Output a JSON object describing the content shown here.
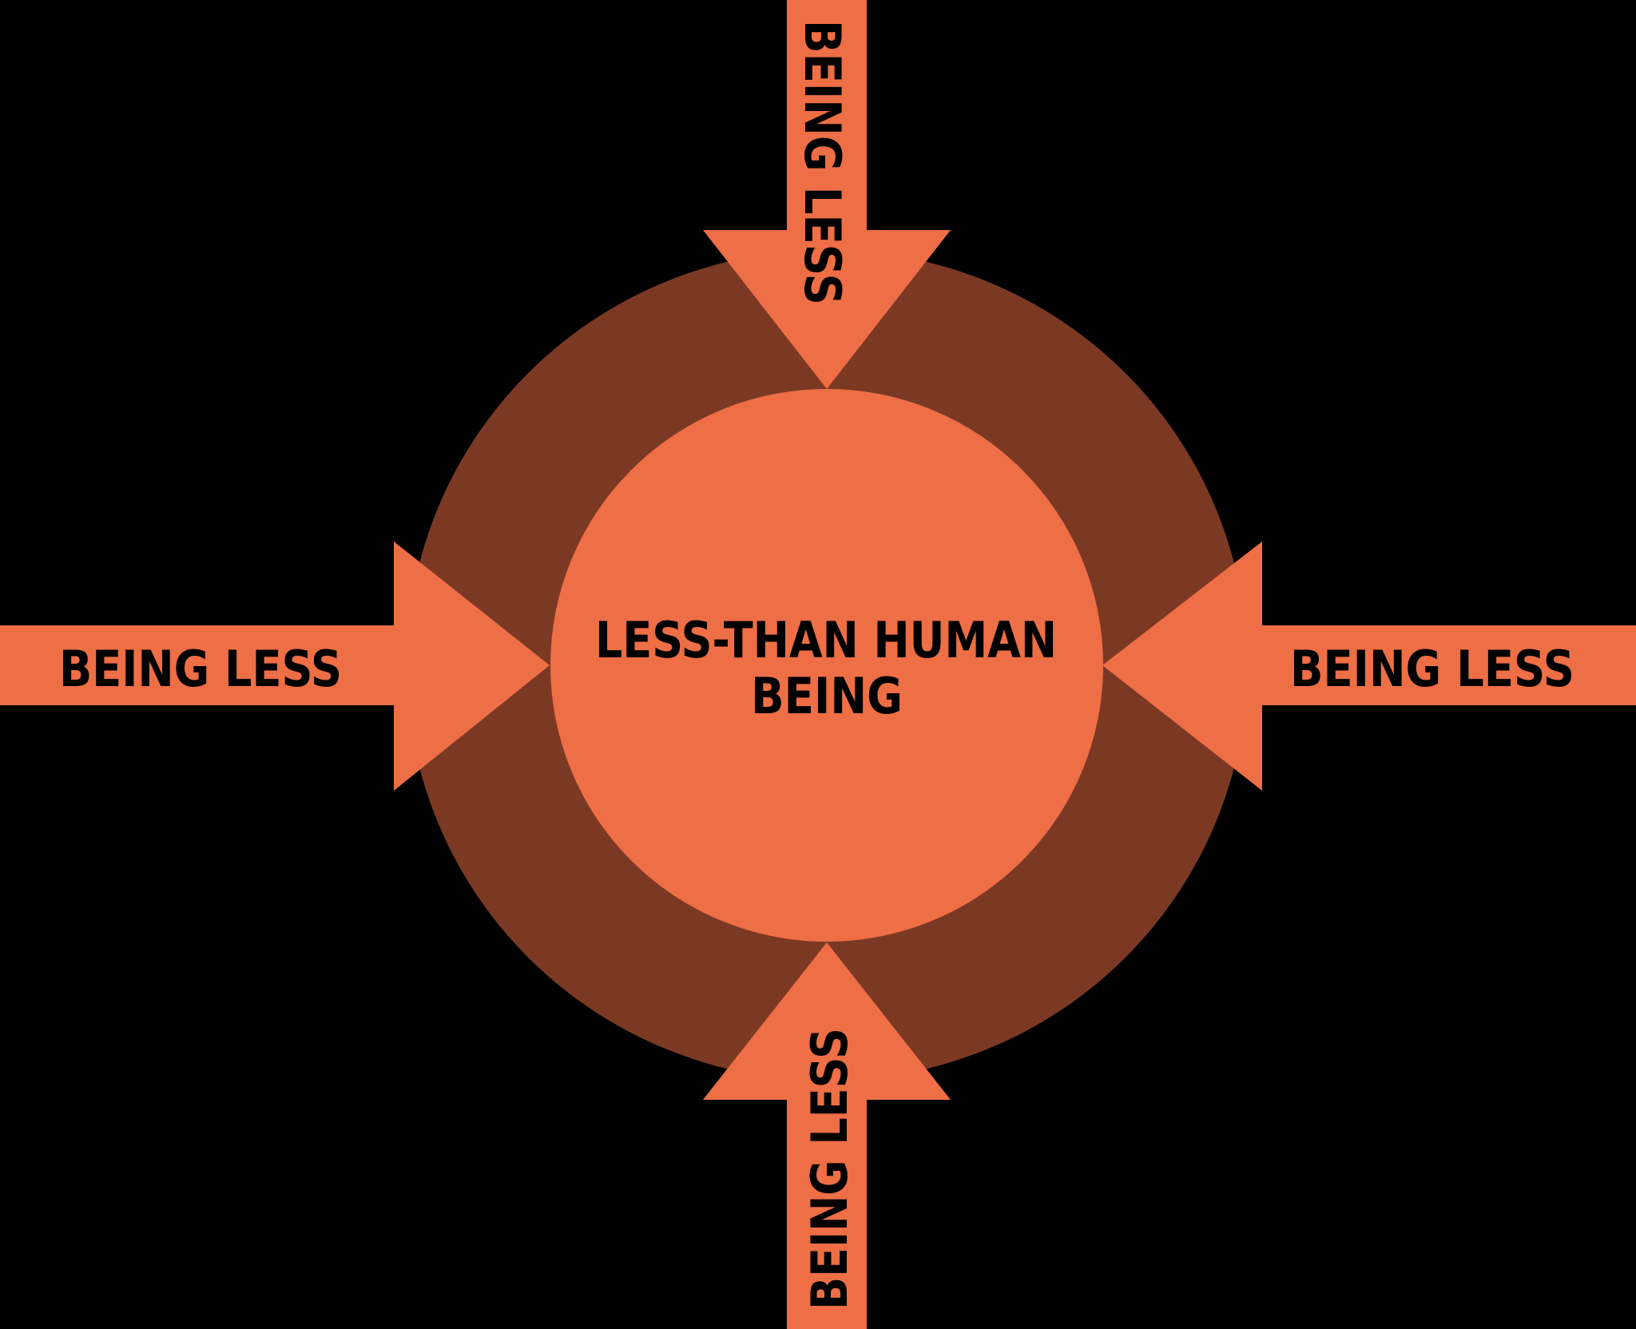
{
  "colors": {
    "background": "#000000",
    "outer_ring": "#7B3924",
    "accent_orange": "#EE6E45",
    "text": "#000000"
  },
  "center": {
    "line1": "LESS-THAN HUMAN",
    "line2": "BEING"
  },
  "arrows": {
    "top": {
      "label": "BEING LESS",
      "direction": "down"
    },
    "bottom": {
      "label": "BEING LESS",
      "direction": "up"
    },
    "left": {
      "label": "BEING LESS",
      "direction": "right"
    },
    "right": {
      "label": "BEING LESS",
      "direction": "left"
    }
  }
}
